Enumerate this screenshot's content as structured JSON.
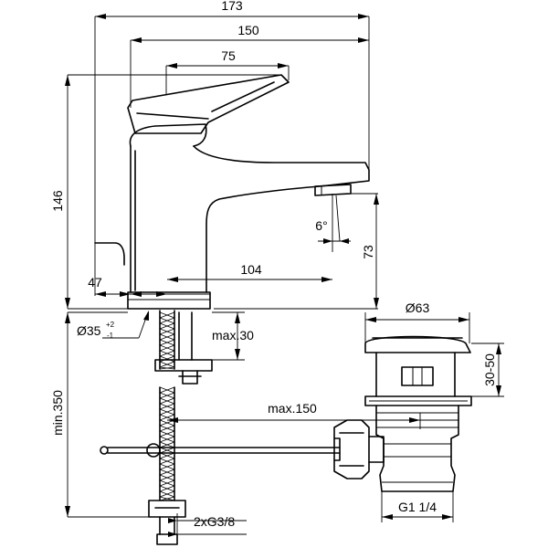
{
  "dimensions": {
    "width_173": "173",
    "width_150": "150",
    "width_75": "75",
    "height_146": "146",
    "angle_6": "6°",
    "height_73": "73",
    "reach_104": "104",
    "offset_47": "47",
    "hole_diameter": "Ø35",
    "hole_tolerance_upper": "+2",
    "hole_tolerance_lower": "-1",
    "max_30": "max.30",
    "min_350": "min.350",
    "max_150": "max.150",
    "connection_2xg38": "2xG3/8",
    "waste_diameter_63": "Ø63",
    "range_30_50": "30-50",
    "thread_g114": "G1 1/4"
  }
}
